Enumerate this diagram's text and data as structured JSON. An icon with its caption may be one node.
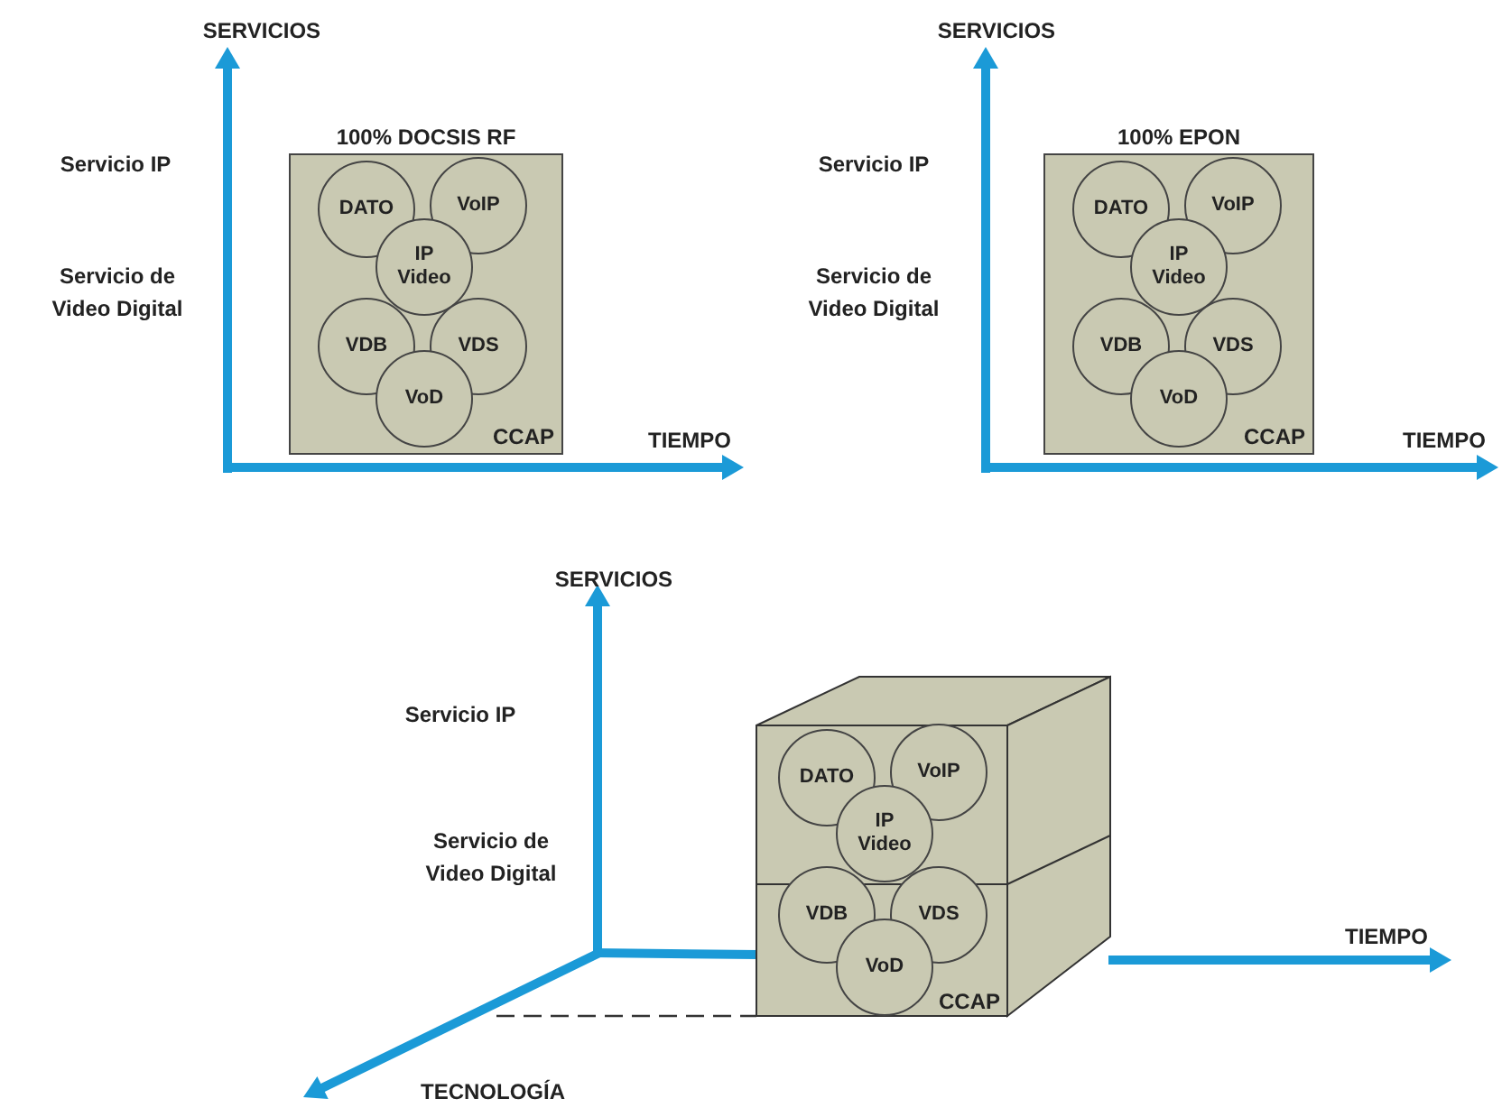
{
  "diagram": {
    "nodes": [
      {
        "text": [
          "100% DOCSIS RF",
          "CCAP"
        ]
      },
      {
        "text": [
          "DATO"
        ],
        "in": 0
      },
      {
        "text": [
          "VoIP"
        ],
        "in": 0
      },
      {
        "text": [
          "IP Video"
        ],
        "in": 0
      },
      {
        "text": [
          "VDB"
        ],
        "in": 0
      },
      {
        "text": [
          "VDS"
        ],
        "in": 0
      },
      {
        "text": [
          "VoD"
        ],
        "in": 0
      },
      {
        "text": [
          "100% EPON",
          "CCAP"
        ]
      },
      {
        "text": [
          "DATO"
        ],
        "in": 7
      },
      {
        "text": [
          "VoIP"
        ],
        "in": 7
      },
      {
        "text": [
          "IP Video"
        ],
        "in": 7
      },
      {
        "text": [
          "VDB"
        ],
        "in": 7
      },
      {
        "text": [
          "VDS"
        ],
        "in": 7
      },
      {
        "text": [
          "VoD"
        ],
        "in": 7
      },
      {
        "text": [
          "CCAP"
        ]
      },
      {
        "text": [
          "DATO"
        ],
        "in": 14
      },
      {
        "text": [
          "VoIP"
        ],
        "in": 14
      },
      {
        "text": [
          "IP Video"
        ],
        "in": 14
      },
      {
        "text": [
          "VDB"
        ],
        "in": 14
      },
      {
        "text": [
          "VDS"
        ],
        "in": 14
      },
      {
        "text": [
          "VoD"
        ],
        "in": 14
      }
    ],
    "labels": [
      "SERVICIOS",
      "SERVICIOS",
      "Servicio IP",
      "Servicio IP",
      "Servicio de Video Digital",
      "Servicio de Video Digital",
      "TIEMPO",
      "TIEMPO",
      "SERVICIOS",
      "Servicio IP",
      "Servicio de Video Digital",
      "TIEMPO",
      "TECNOLOGÍA"
    ]
  }
}
